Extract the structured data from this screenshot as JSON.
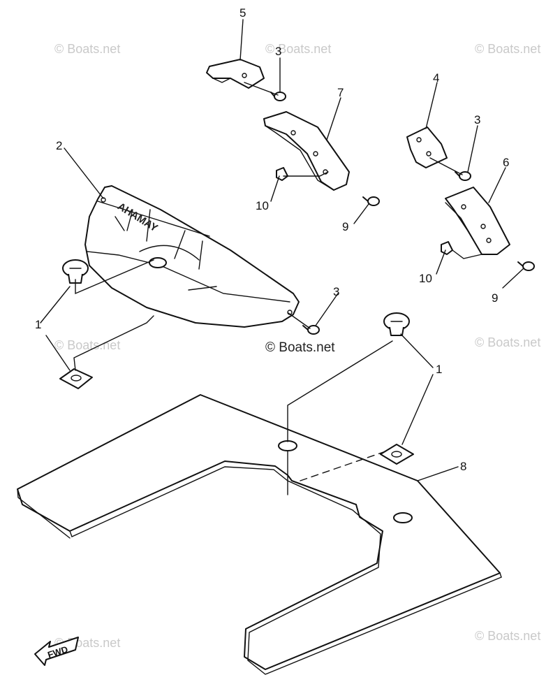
{
  "watermark": {
    "text": "© Boats.net",
    "color": "#c9c9c9"
  },
  "center_watermark": "© Boats.net",
  "brand_logo": "YAMAHA",
  "direction_arrow": "FWD",
  "callouts": {
    "c1a": "1",
    "c1b": "1",
    "c2": "2",
    "c3a": "3",
    "c3b": "3",
    "c3c": "3",
    "c4": "4",
    "c5": "5",
    "c6": "6",
    "c7": "7",
    "c8": "8",
    "c9a": "9",
    "c9b": "9",
    "c10a": "10",
    "c10b": "10"
  },
  "line_color": "#111111"
}
